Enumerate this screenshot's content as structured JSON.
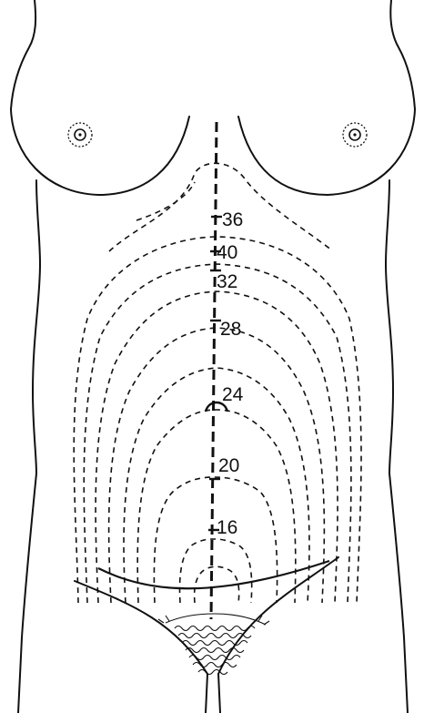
{
  "colors": {
    "ink": "#111111",
    "background": "#ffffff"
  },
  "week_labels": [
    "36",
    "40",
    "32",
    "28",
    "24",
    "20",
    "16"
  ]
}
